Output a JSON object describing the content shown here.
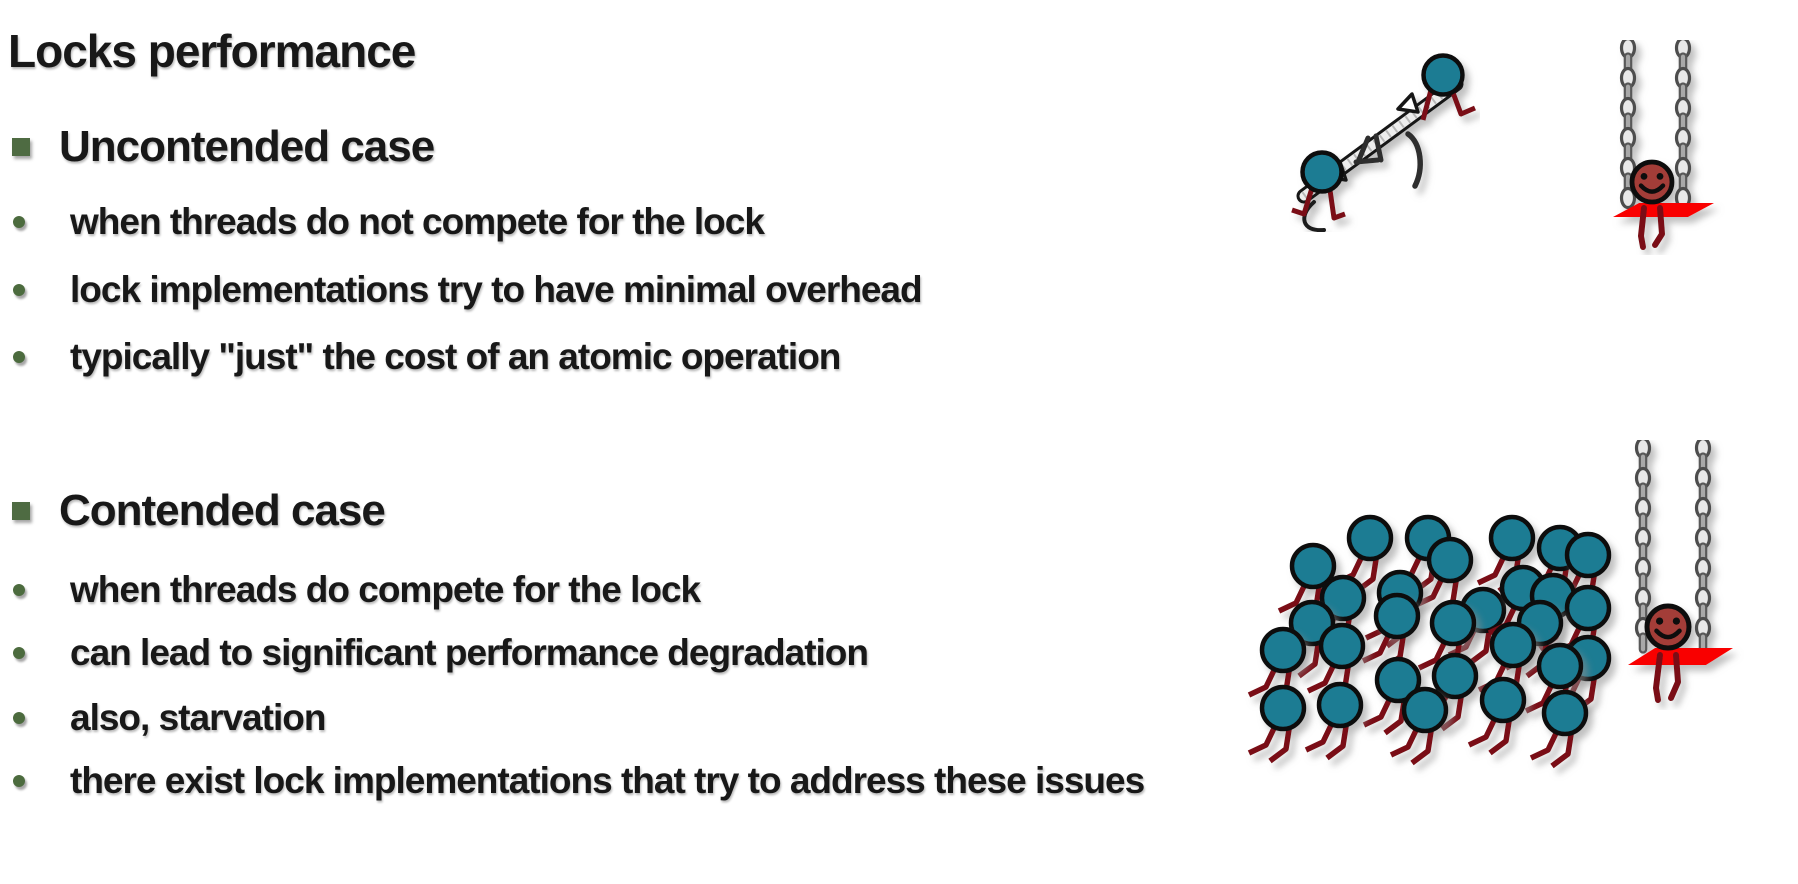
{
  "slide": {
    "title": "Locks performance",
    "sections": [
      {
        "heading": "Uncontended case",
        "bullets": [
          "when threads do not compete for the lock",
          "lock implementations try to have minimal overhead",
          "typically \"just\" the cost of an atomic operation"
        ]
      },
      {
        "heading": "Contended case",
        "bullets": [
          "when threads do compete for the lock",
          "can lead to significant performance degradation",
          "also, starvation",
          "there exist lock implementations that try to address these issues"
        ]
      }
    ],
    "illustrations": [
      {
        "name": "seesaw-two-figures",
        "description": "two stick figures balanced on a seesaw"
      },
      {
        "name": "swing-single-figure",
        "description": "smiling figure sitting alone on a chain swing"
      },
      {
        "name": "crowd-of-figures",
        "description": "crowd of stick figures rushing toward the swing"
      },
      {
        "name": "swing-with-crowd",
        "description": "smiling figure on chain swing as crowd approaches"
      }
    ],
    "crowd_figure_count": 29,
    "colors": {
      "text": "#181818",
      "bullet_square": "#4e6b42",
      "bullet_dot": "#4c6b3e",
      "figure_head": "#1b7b93",
      "figure_outline": "#0d0d0d",
      "figure_legs": "#7a1115",
      "smiley_face": "#a33d37",
      "swing_seat": "#f90400",
      "chain_light": "#e8e8e8",
      "chain_dark": "#a8a8a8"
    }
  }
}
